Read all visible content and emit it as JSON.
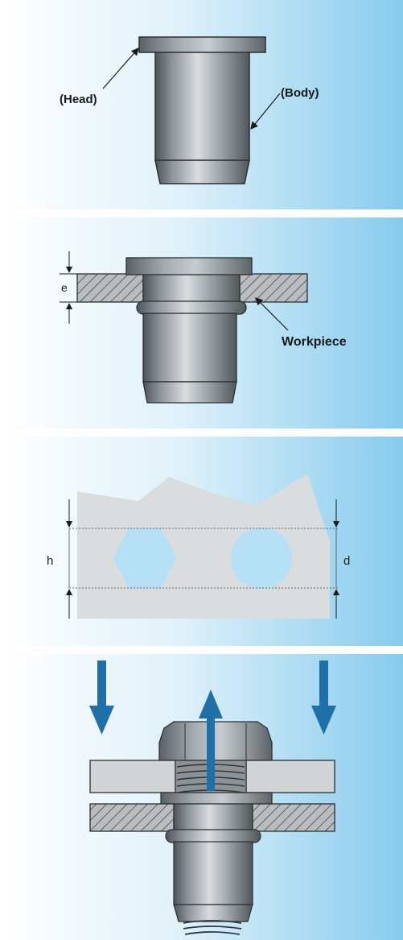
{
  "panels": [
    {
      "labels": {
        "head": "(Head)",
        "body": "(Body)"
      }
    },
    {
      "labels": {
        "thickness": "e",
        "workpiece": "Workpiece"
      }
    },
    {
      "labels": {
        "hex": "h",
        "diameter": "d"
      }
    },
    {
      "labels": {}
    }
  ],
  "colors": {
    "background_left": "#ffffff",
    "background_right": "#8ccdee",
    "metal_dark": "#5c6266",
    "metal_light": "#c9ced2",
    "workpiece_fill": "#bfc3c5",
    "arrow_blue": "#1f6fa8",
    "plate_grey": "#d8dcdc"
  }
}
